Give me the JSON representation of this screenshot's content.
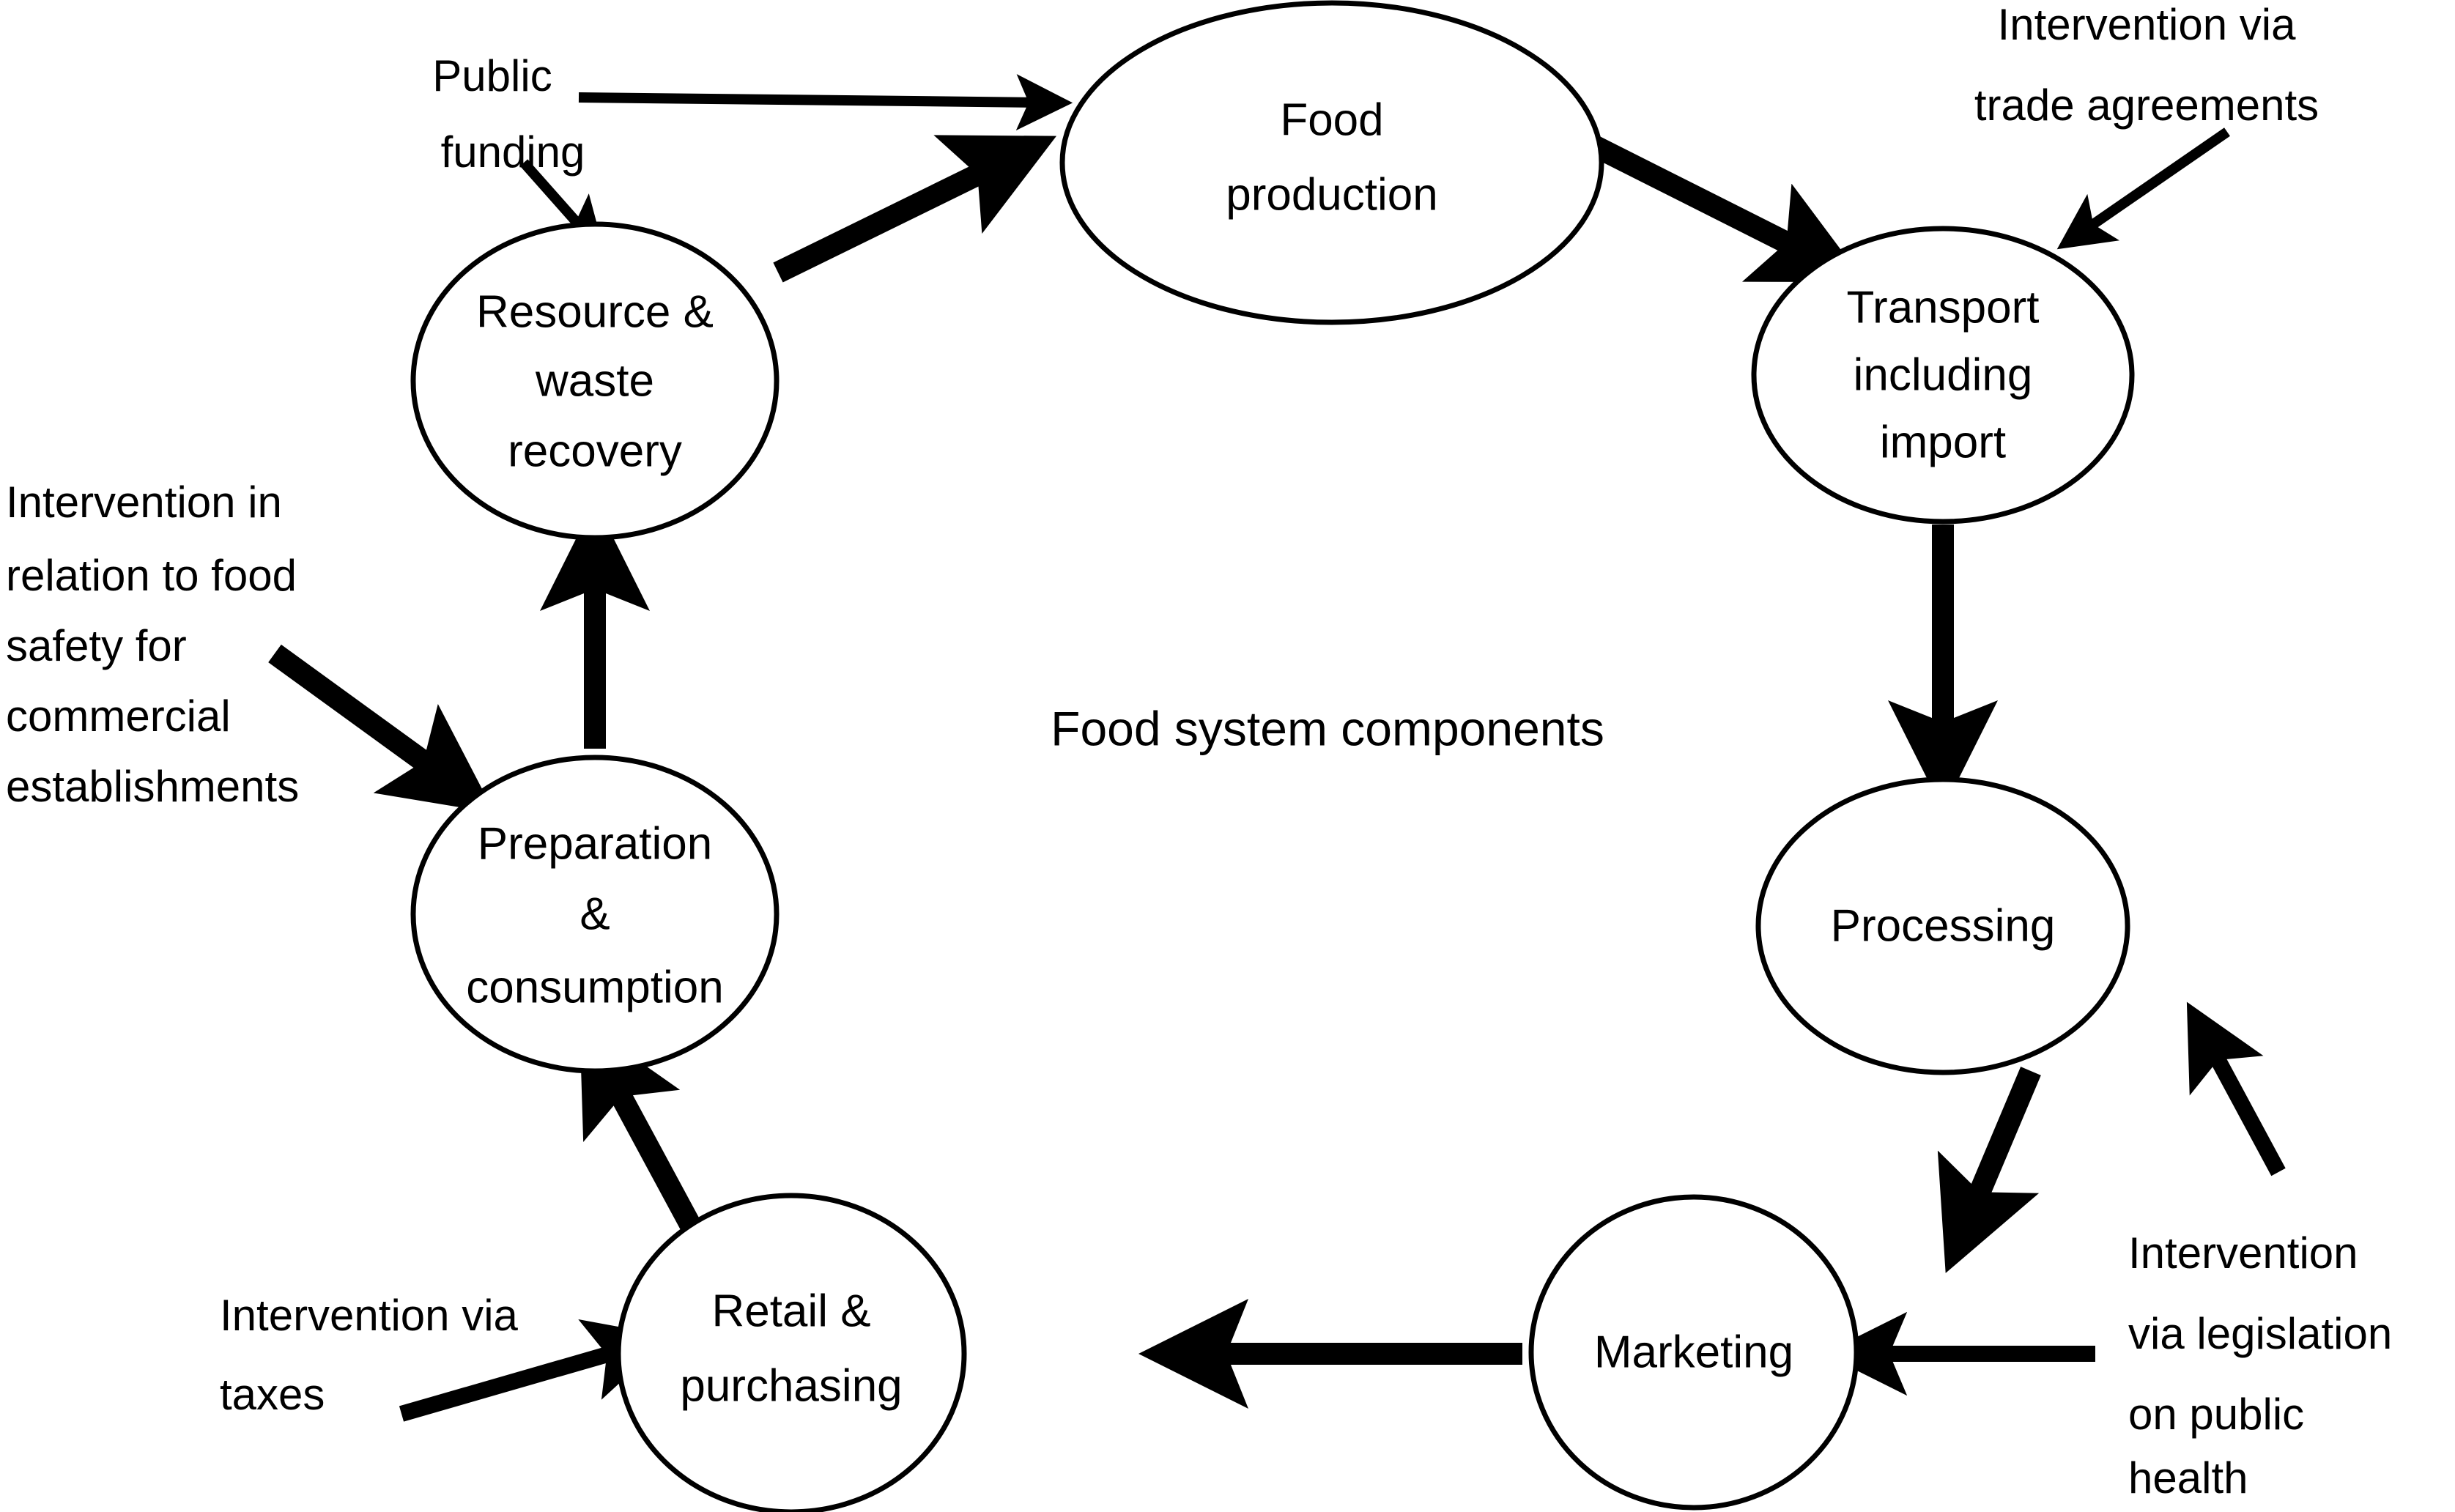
{
  "diagram": {
    "center_label": "Food system components",
    "nodes": [
      {
        "id": "food-production",
        "lines": [
          "Food",
          "production"
        ]
      },
      {
        "id": "transport-including-import",
        "lines": [
          "Transport",
          "including",
          "import"
        ]
      },
      {
        "id": "processing",
        "lines": [
          "Processing"
        ]
      },
      {
        "id": "marketing",
        "lines": [
          "Marketing"
        ]
      },
      {
        "id": "retail-purchasing",
        "lines": [
          "Retail &",
          "purchasing"
        ]
      },
      {
        "id": "preparation-consumption",
        "lines": [
          "Preparation",
          "&",
          "consumption"
        ]
      },
      {
        "id": "resource-waste-recovery",
        "lines": [
          "Resource &",
          "waste",
          "recovery"
        ]
      }
    ],
    "annotations": [
      {
        "id": "public-funding",
        "lines": [
          "Public",
          "funding"
        ]
      },
      {
        "id": "intervention-trade-agreements",
        "lines": [
          "Intervention via",
          "trade agreements"
        ]
      },
      {
        "id": "intervention-legislation-public-health",
        "lines": [
          "Intervention",
          "via legislation",
          "on public",
          "health"
        ]
      },
      {
        "id": "intervention-taxes",
        "lines": [
          "Intervention via",
          "taxes"
        ]
      },
      {
        "id": "intervention-food-safety",
        "lines": [
          "Intervention in",
          "relation to food",
          "safety for",
          "commercial",
          "establishments"
        ]
      }
    ],
    "flows": [
      {
        "from": "resource-waste-recovery",
        "to": "food-production"
      },
      {
        "from": "food-production",
        "to": "transport-including-import"
      },
      {
        "from": "transport-including-import",
        "to": "processing"
      },
      {
        "from": "processing",
        "to": "marketing"
      },
      {
        "from": "marketing",
        "to": "retail-purchasing"
      },
      {
        "from": "retail-purchasing",
        "to": "preparation-consumption"
      },
      {
        "from": "preparation-consumption",
        "to": "resource-waste-recovery"
      }
    ],
    "colors": {
      "stroke": "#000000",
      "fill": "#ffffff",
      "text": "#000000"
    }
  }
}
